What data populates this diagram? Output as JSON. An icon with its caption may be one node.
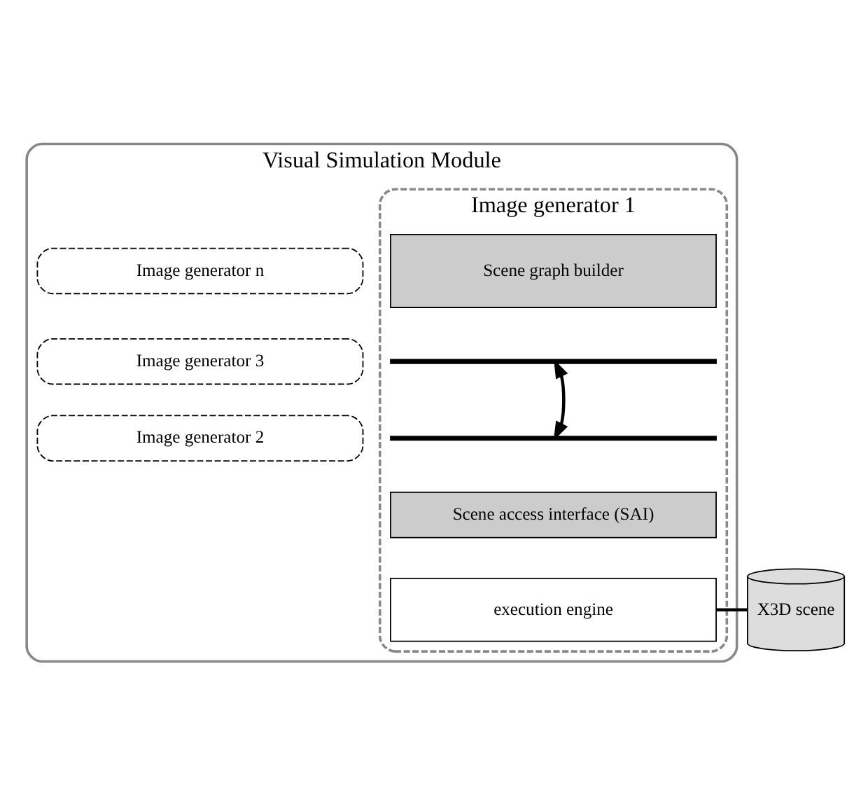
{
  "diagram": {
    "nodes": [
      {
        "text": [
          "Visual Simulation Module"
        ]
      },
      {
        "text": [
          "Image generator n"
        ],
        "in": 0
      },
      {
        "text": [
          "Image generator 3"
        ],
        "in": 0
      },
      {
        "text": [
          "Image generator 2"
        ],
        "in": 0
      },
      {
        "text": [
          "Image generator 1"
        ],
        "in": 0
      },
      {
        "text": [
          "Scene graph builder"
        ],
        "in": 4
      },
      {
        "text": [],
        "shape": "bar",
        "in": 4
      },
      {
        "text": [],
        "shape": "bar",
        "in": 4
      },
      {
        "text": [
          "Scene access interface (SAI)"
        ],
        "in": 4
      },
      {
        "text": [
          "execution engine"
        ],
        "in": 4
      },
      {
        "text": [
          "X3D scene"
        ]
      }
    ],
    "edges": [
      {
        "from": 6,
        "to": 7,
        "arrow": "both"
      },
      {
        "from": 9,
        "to": 10,
        "arrow": "none"
      }
    ]
  }
}
